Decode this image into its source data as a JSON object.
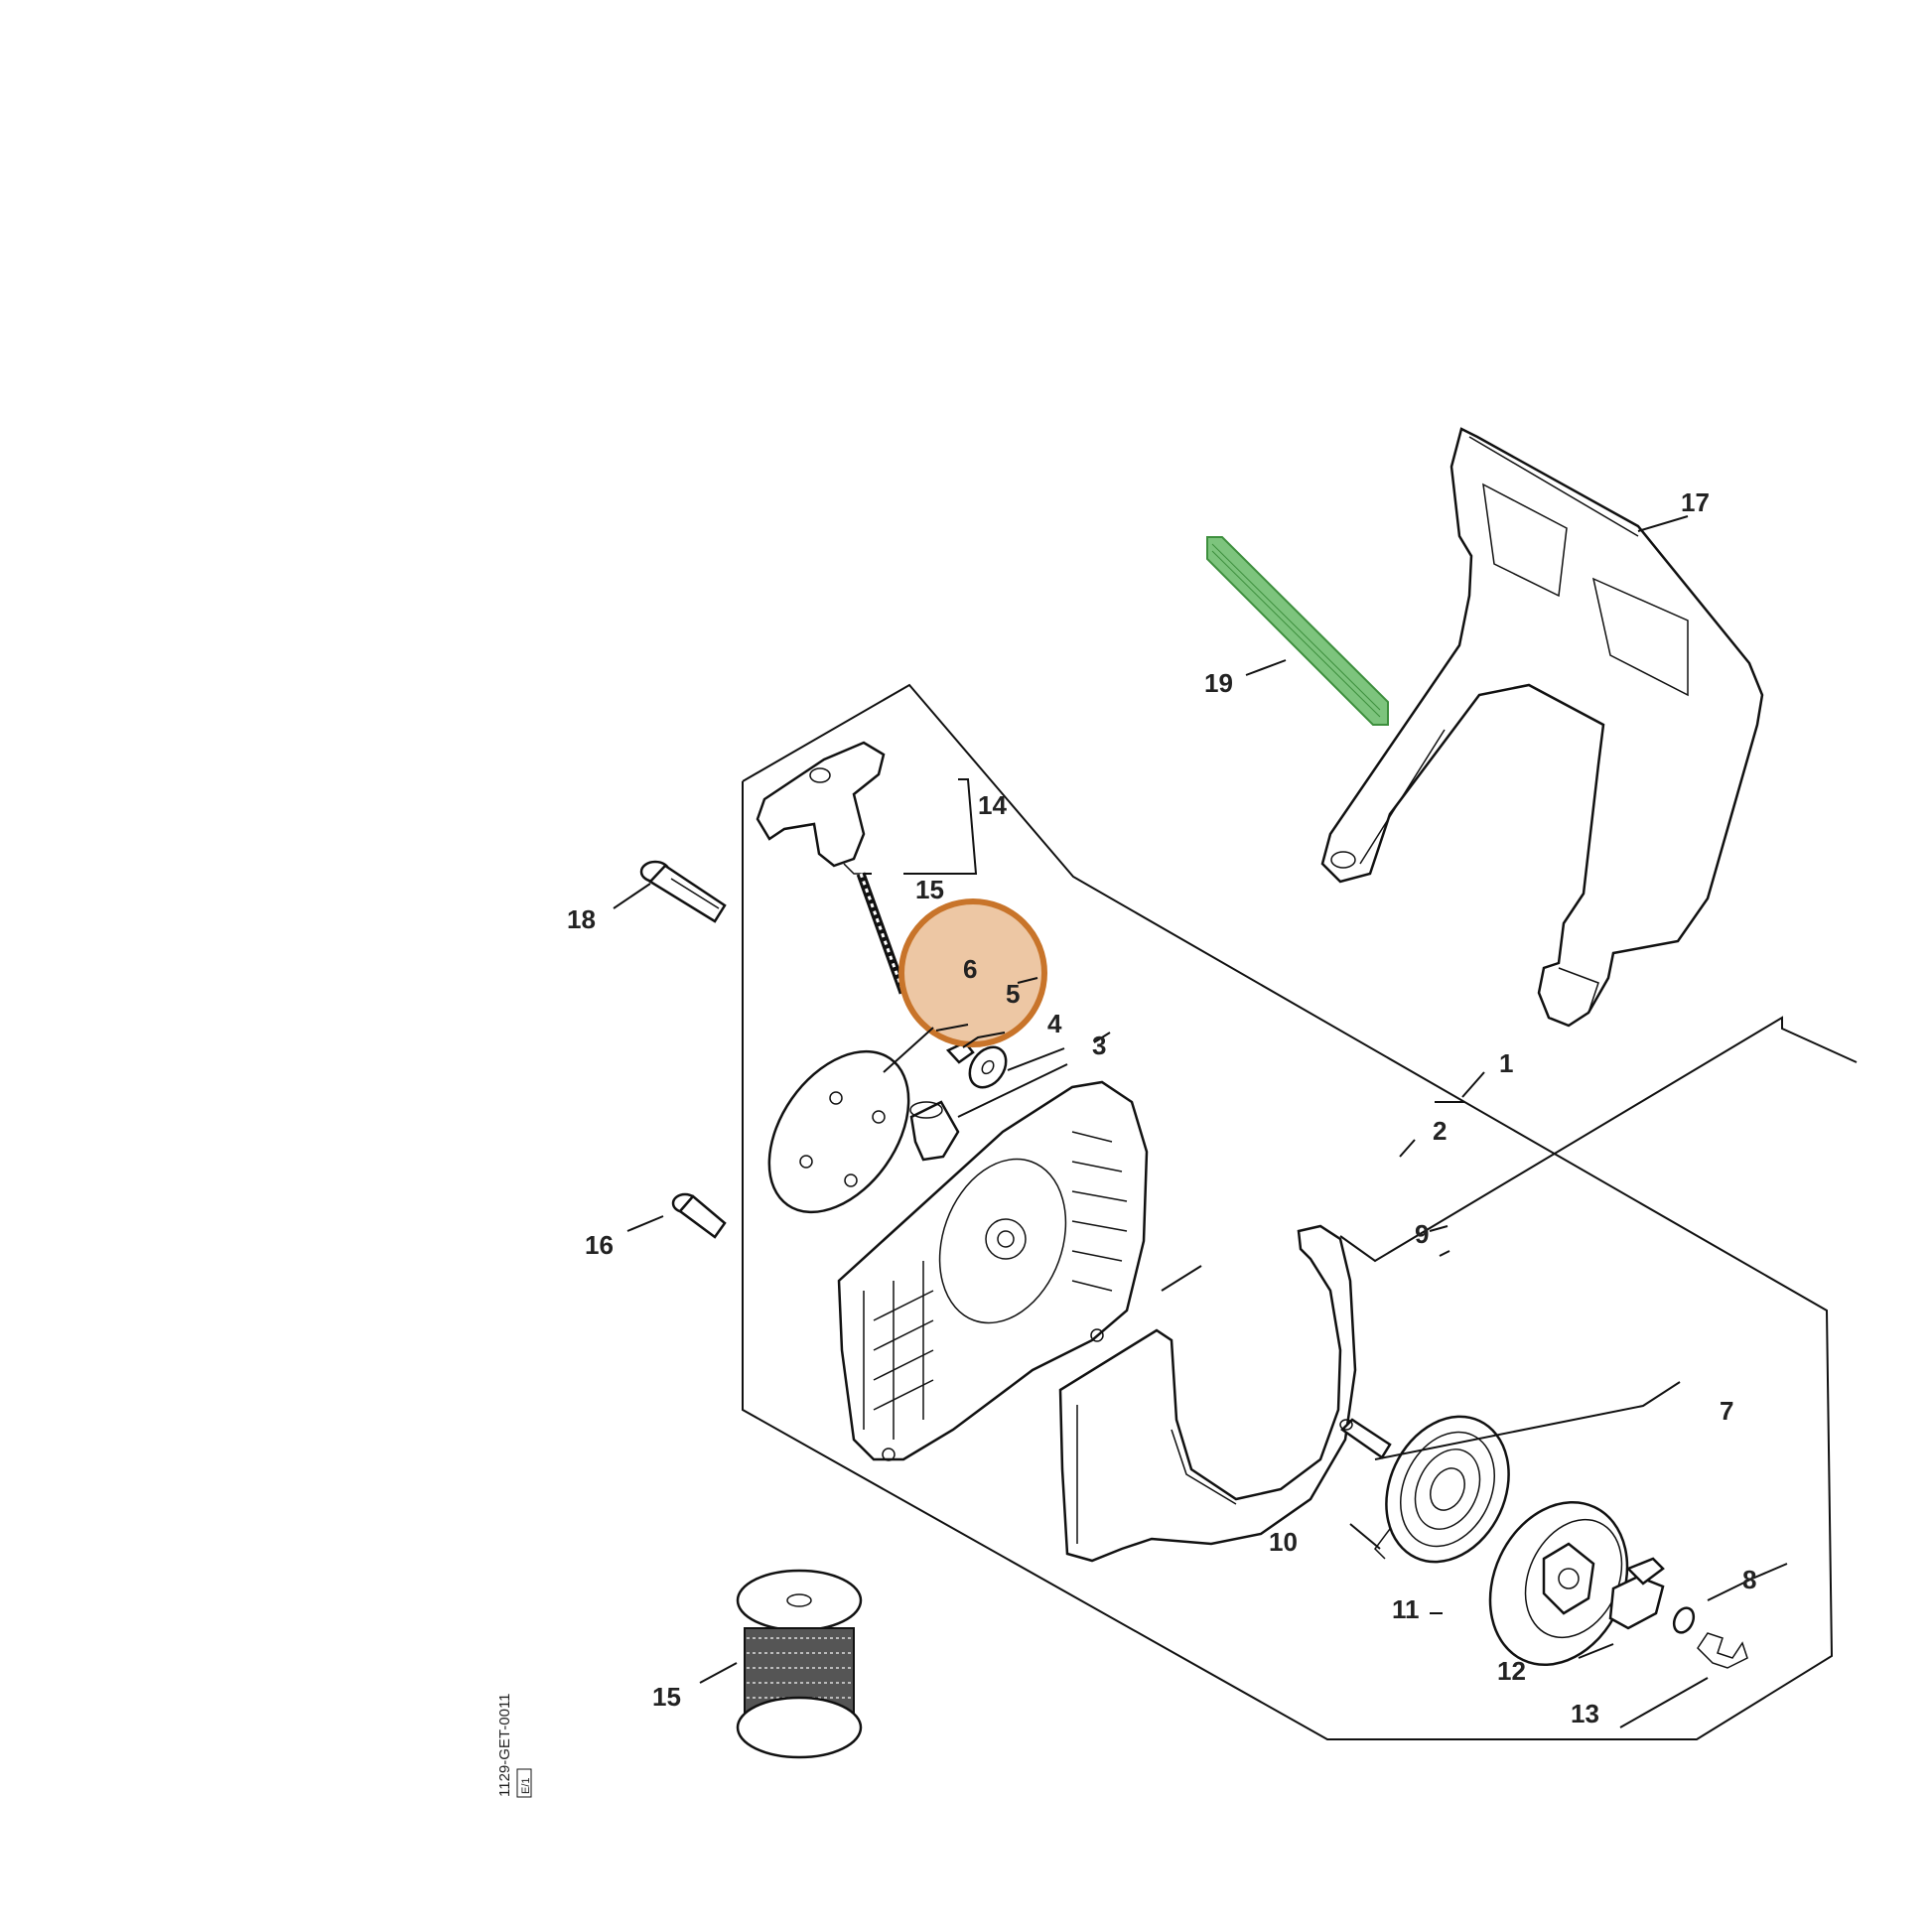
{
  "diagram": {
    "drawing_code": "1129-GET-0011",
    "drawing_code_suffix": "E/1",
    "callouts": [
      {
        "id": "c1",
        "label": "1"
      },
      {
        "id": "c2",
        "label": "2"
      },
      {
        "id": "c3",
        "label": "3"
      },
      {
        "id": "c4",
        "label": "4"
      },
      {
        "id": "c5",
        "label": "5"
      },
      {
        "id": "c6",
        "label": "6"
      },
      {
        "id": "c7",
        "label": "7"
      },
      {
        "id": "c8",
        "label": "8"
      },
      {
        "id": "c9",
        "label": "9"
      },
      {
        "id": "c10",
        "label": "10"
      },
      {
        "id": "c11",
        "label": "11"
      },
      {
        "id": "c12",
        "label": "12"
      },
      {
        "id": "c13",
        "label": "13"
      },
      {
        "id": "c14",
        "label": "14"
      },
      {
        "id": "c15a",
        "label": "15"
      },
      {
        "id": "c15b",
        "label": "15"
      },
      {
        "id": "c16",
        "label": "16"
      },
      {
        "id": "c17",
        "label": "17"
      },
      {
        "id": "c18",
        "label": "18"
      },
      {
        "id": "c19",
        "label": "19"
      }
    ],
    "colors": {
      "highlight_circle_fill": "#edc7a4",
      "highlight_circle_stroke": "#c8742a",
      "highlight_label_green": "#7dc47d",
      "line": "#111111"
    },
    "highlighted_items": [
      "5",
      "6",
      "19"
    ]
  }
}
